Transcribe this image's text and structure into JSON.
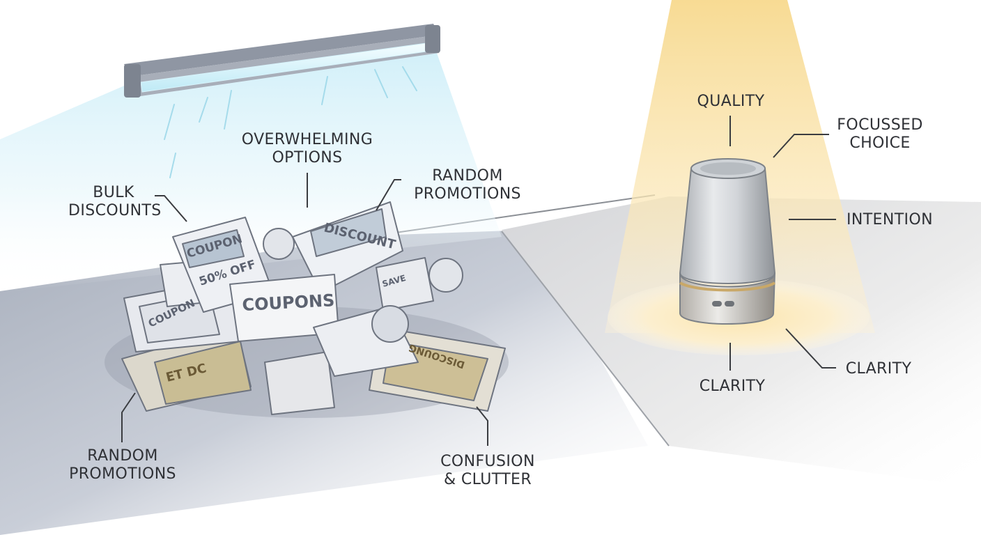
{
  "left_scene": {
    "labels": {
      "overwhelming_options": [
        "OVERWHELMING",
        "OPTIONS"
      ],
      "random_promotions_top": [
        "RANDOM",
        "PROMOTIONS"
      ],
      "bulk_discounts": [
        "BULK",
        "DISCOUNTS"
      ],
      "random_promotions_bottom": [
        "RANDOM",
        "PROMOTIONS"
      ],
      "confusion_clutter": [
        "CONFUSION",
        "& CLUTTER"
      ]
    },
    "coupon_texts": {
      "coupon_top": "COUPON",
      "fifty_off": "50% OFF",
      "discount": "DISCOUNT",
      "coupons": "COUPONS",
      "save": "SAVE",
      "coupon_left": "COUPON",
      "etdc": "ET DC",
      "discoung": "DISCOUNG"
    }
  },
  "right_scene": {
    "labels": {
      "quality": "QUALITY",
      "focussed_choice": [
        "FOCUSSED",
        "CHOICE"
      ],
      "intention": "INTENTION",
      "clarity_right": "CLARITY",
      "clarity_bottom": "CLARITY"
    }
  },
  "colors": {
    "cool_light": "#cdeef8",
    "warm_light": "#f7d98e",
    "table_left": "#b9bfcb",
    "table_right": "#dcdcdc",
    "label_text": "#2f3136"
  },
  "icons": {
    "fluorescent_lamp": "fluorescent-tube-lamp-icon",
    "coupon_pile": "crumpled-coupon-pile-icon",
    "diffuser": "aroma-diffuser-device-icon"
  }
}
